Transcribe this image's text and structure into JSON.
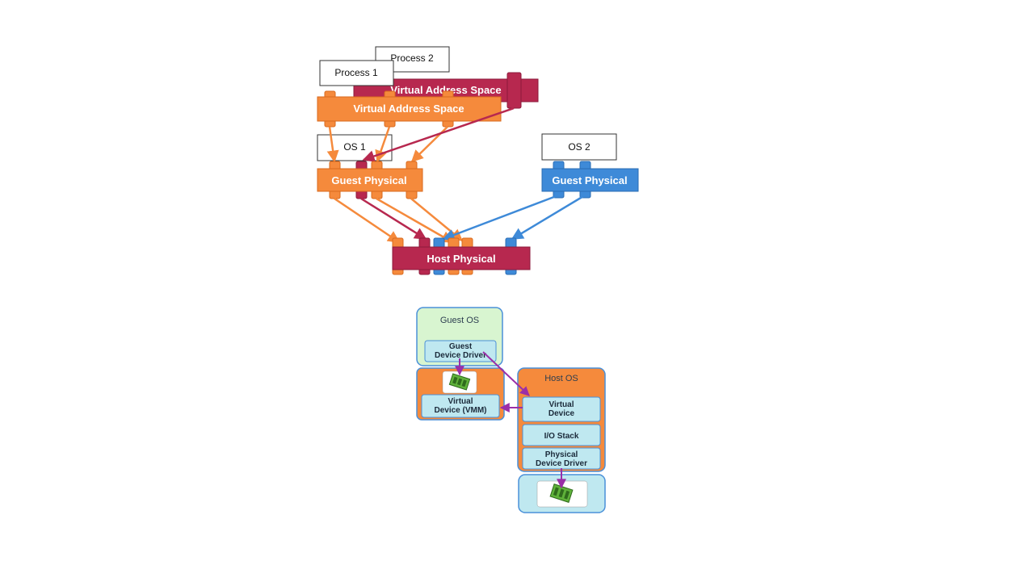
{
  "memory_diagram": {
    "process1_label": "Process 1",
    "process2_label": "Process 2",
    "vas1_label": "Virtual Address Space",
    "vas2_label": "Virtual Address Space",
    "os1_label": "OS 1",
    "os2_label": "OS 2",
    "guest_physical1_label": "Guest Physical",
    "guest_physical2_label": "Guest Physical",
    "host_physical_label": "Host Physical"
  },
  "io_diagram": {
    "guest_os_title": "Guest OS",
    "guest_driver_line1": "Guest",
    "guest_driver_line2": "Device Driver",
    "vmm_device_line1": "Virtual",
    "vmm_device_line2": "Device (VMM)",
    "host_os_title": "Host OS",
    "host_virtual_line1": "Virtual",
    "host_virtual_line2": "Device",
    "io_stack_label": "I/O Stack",
    "physical_driver_line1": "Physical",
    "physical_driver_line2": "Device Driver",
    "nic_icon_name": "network-card-icon"
  },
  "colors": {
    "orange": "#f58a3c",
    "orange_dark": "#d96a1e",
    "crimson": "#b7284f",
    "crimson_dark": "#8c1a3b",
    "blue": "#3e8ad8",
    "blue_dark": "#2a6cb3",
    "purple": "#9a2fa8",
    "guest_green": "#d8f5d0",
    "cyan_light": "#bfe8f0",
    "frame_blue": "#4a90d9"
  }
}
